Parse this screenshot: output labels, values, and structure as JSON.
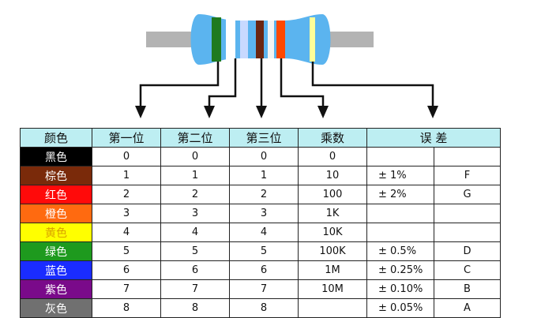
{
  "colors": {
    "resistor_body": "#5bb4ef",
    "lead": "#b3b3b3",
    "header_bg": "#bdeef2",
    "arrow": "#111111"
  },
  "resistor": {
    "bands": [
      "#1f7a1f",
      "#ffffff",
      "#c8d9ff",
      "#6b2510",
      "#f4f4f4",
      "#ff4800",
      "#ffff99"
    ]
  },
  "table": {
    "headers": {
      "color": "颜色",
      "digit1": "第一位",
      "digit2": "第二位",
      "digit3": "第三位",
      "multiplier": "乘数",
      "tolerance": "误 差"
    },
    "rows": [
      {
        "name": "黑色",
        "bg": "#000000",
        "fg": "#ffffff",
        "d1": "0",
        "d2": "0",
        "d3": "0",
        "mult": "0",
        "tol": "",
        "letter": ""
      },
      {
        "name": "棕色",
        "bg": "#7a2a0a",
        "fg": "#ffffff",
        "d1": "1",
        "d2": "1",
        "d3": "1",
        "mult": "10",
        "tol": "± 1%",
        "letter": "F"
      },
      {
        "name": "红色",
        "bg": "#ff0a0a",
        "fg": "#ffffff",
        "d1": "2",
        "d2": "2",
        "d3": "2",
        "mult": "100",
        "tol": "± 2%",
        "letter": "G"
      },
      {
        "name": "橙色",
        "bg": "#ff6a10",
        "fg": "#ffffff",
        "d1": "3",
        "d2": "3",
        "d3": "3",
        "mult": "1K",
        "tol": "",
        "letter": ""
      },
      {
        "name": "黄色",
        "bg": "#ffff00",
        "fg": "#d9a000",
        "d1": "4",
        "d2": "4",
        "d3": "4",
        "mult": "10K",
        "tol": "",
        "letter": ""
      },
      {
        "name": "绿色",
        "bg": "#1e9a1e",
        "fg": "#ffffff",
        "d1": "5",
        "d2": "5",
        "d3": "5",
        "mult": "100K",
        "tol": "± 0.5%",
        "letter": "D"
      },
      {
        "name": "蓝色",
        "bg": "#1a2cff",
        "fg": "#ffffff",
        "d1": "6",
        "d2": "6",
        "d3": "6",
        "mult": "1M",
        "tol": "± 0.25%",
        "letter": "C"
      },
      {
        "name": "紫色",
        "bg": "#7a0a8a",
        "fg": "#ffffff",
        "d1": "7",
        "d2": "7",
        "d3": "7",
        "mult": "10M",
        "tol": "± 0.10%",
        "letter": "B"
      },
      {
        "name": "灰色",
        "bg": "#707070",
        "fg": "#ffffff",
        "d1": "8",
        "d2": "8",
        "d3": "8",
        "mult": "",
        "tol": "± 0.05%",
        "letter": "A"
      }
    ]
  }
}
